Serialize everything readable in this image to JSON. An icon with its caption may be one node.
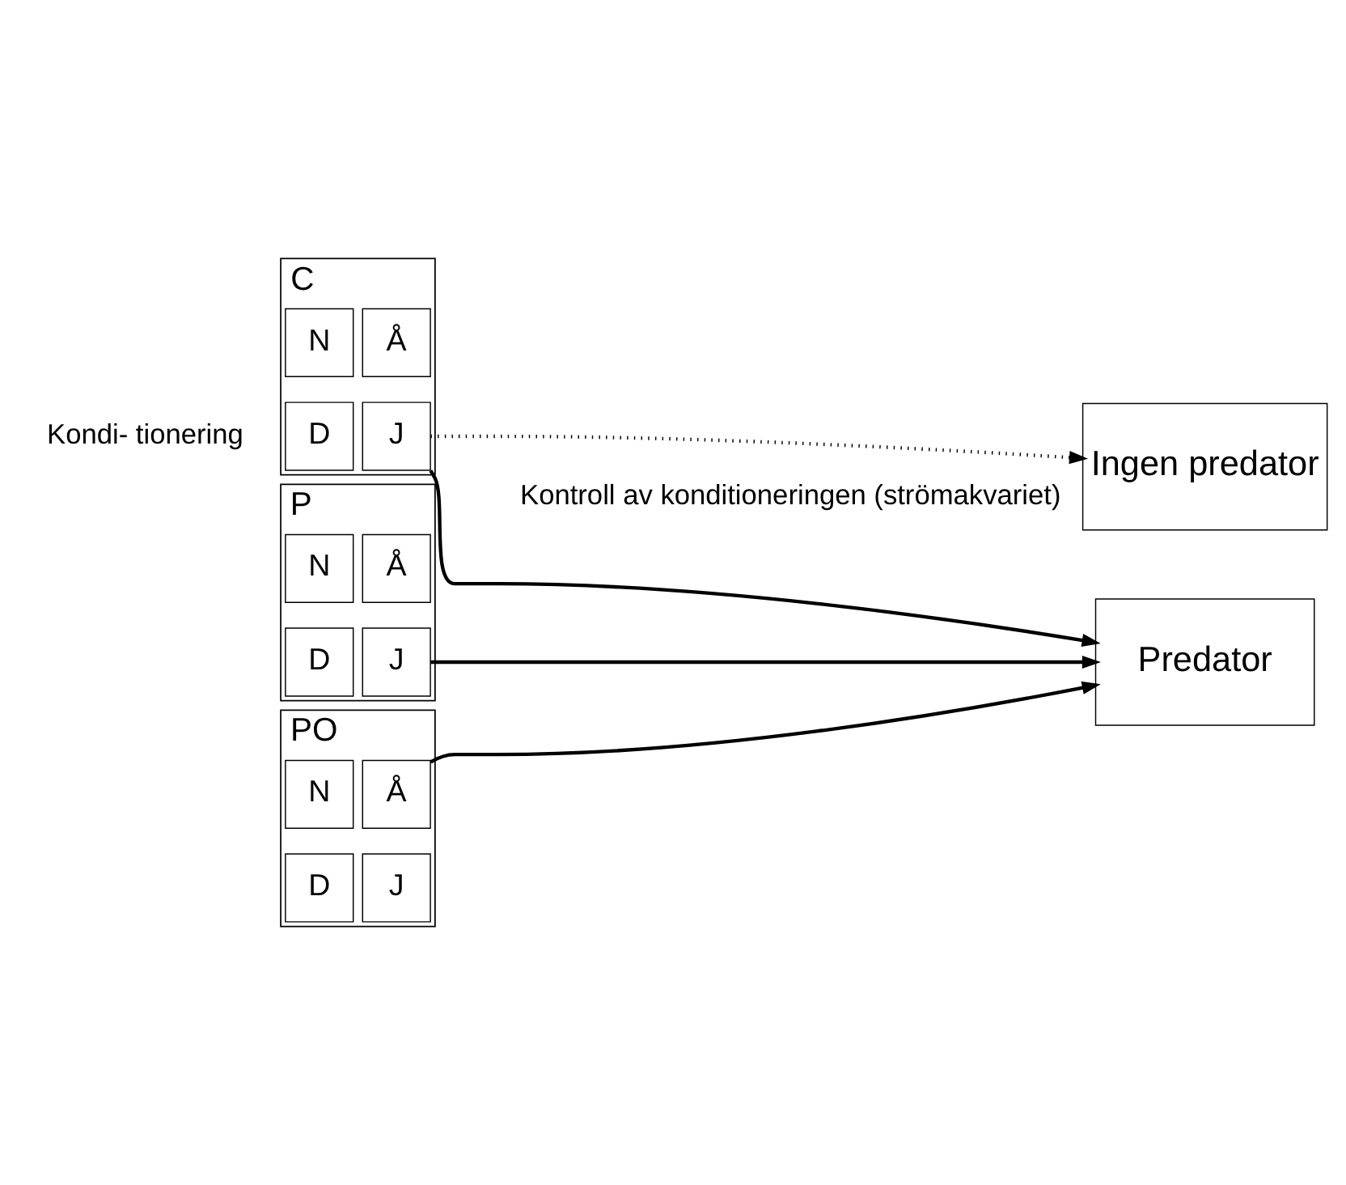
{
  "diagram": {
    "nodes": [
      {
        "text": [],
        "shape": "box",
        "beside": [
          "C"
        ]
      },
      {
        "text": [
          "D"
        ],
        "in": 0
      },
      {
        "text": [
          "J"
        ],
        "in": 0
      },
      {
        "text": [
          "N"
        ],
        "in": 0
      },
      {
        "text": [
          "Å"
        ],
        "in": 0
      },
      {
        "text": [],
        "shape": "box",
        "beside": [
          "P"
        ]
      },
      {
        "text": [
          "D"
        ],
        "in": 5
      },
      {
        "text": [
          "J"
        ],
        "in": 5
      },
      {
        "text": [
          "N"
        ],
        "in": 5
      },
      {
        "text": [
          "Å"
        ],
        "in": 5
      },
      {
        "text": [],
        "shape": "box",
        "beside": [
          "PO"
        ]
      },
      {
        "text": [
          "D"
        ],
        "in": 10
      },
      {
        "text": [
          "J"
        ],
        "in": 10
      },
      {
        "text": [
          "N"
        ],
        "in": 10
      },
      {
        "text": [
          "Å"
        ],
        "in": 10
      },
      {
        "text": [
          "Ingen predator"
        ]
      },
      {
        "text": [
          "Predator"
        ]
      }
    ],
    "edges": [
      {
        "from": 2,
        "to": 15,
        "arrow": "to",
        "style": "dashed"
      },
      {
        "from": 2,
        "to": 16,
        "arrow": "to"
      },
      {
        "from": 7,
        "to": 16,
        "arrow": "to"
      },
      {
        "from": 14,
        "to": 16,
        "arrow": "to"
      }
    ],
    "labels": [
      "Kondi- tionering",
      "Kontroll av konditioneringen (strömakvariet)"
    ]
  }
}
